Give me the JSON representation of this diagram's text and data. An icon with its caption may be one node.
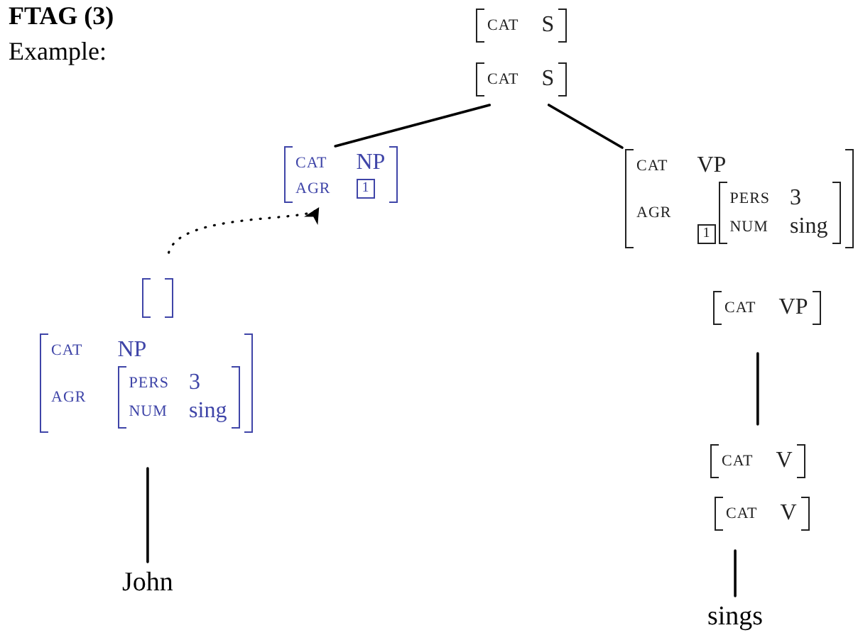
{
  "diagram": {
    "title": "FTAG (3)",
    "nodes": [
      {
        "text": [
          "CAT",
          "S"
        ]
      },
      {
        "text": [
          "CAT",
          "S"
        ]
      },
      {
        "text": [
          "CAT",
          "NP",
          "AGR",
          "1"
        ]
      },
      {
        "text": [
          "CAT",
          "VP",
          "AGR",
          "1"
        ]
      },
      {
        "text": [
          "PERS",
          "3",
          "NUM",
          "sing"
        ],
        "in": 3
      },
      {
        "text": [
          "CAT",
          "VP"
        ]
      },
      {
        "text": [],
        "shape": "box"
      },
      {
        "text": [
          "CAT",
          "NP",
          "AGR"
        ]
      },
      {
        "text": [
          "PERS",
          "3",
          "NUM",
          "sing"
        ],
        "in": 7
      },
      {
        "text": [
          "CAT",
          "V"
        ]
      },
      {
        "text": [
          "CAT",
          "V"
        ]
      },
      {
        "text": [
          "John"
        ]
      },
      {
        "text": [
          "sings"
        ]
      }
    ],
    "edges": [
      {
        "from": 1,
        "to": 2,
        "arrow": "none"
      },
      {
        "from": 1,
        "to": 3,
        "arrow": "none"
      },
      {
        "from": 6,
        "to": 2,
        "arrow": "to",
        "style": "dashed"
      },
      {
        "from": 7,
        "to": 11,
        "arrow": "none"
      },
      {
        "from": 5,
        "to": 9,
        "arrow": "none"
      },
      {
        "from": 10,
        "to": 12,
        "arrow": "none"
      }
    ],
    "labels": [
      "Example:"
    ]
  }
}
